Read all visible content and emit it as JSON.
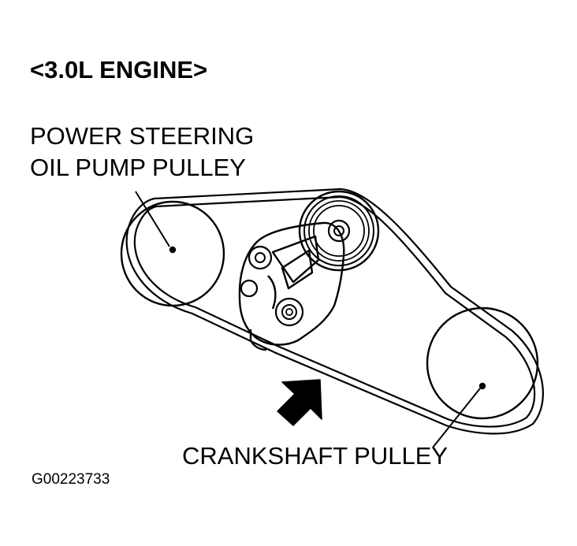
{
  "title": "<3.0L ENGINE>",
  "labels": {
    "power_steering_line1": "POWER STEERING",
    "power_steering_line2": "OIL PUMP PULLEY",
    "crankshaft": "CRANKSHAFT PULLEY"
  },
  "figure_id": "G00223733",
  "colors": {
    "ink": "#000000",
    "paper": "#ffffff"
  }
}
